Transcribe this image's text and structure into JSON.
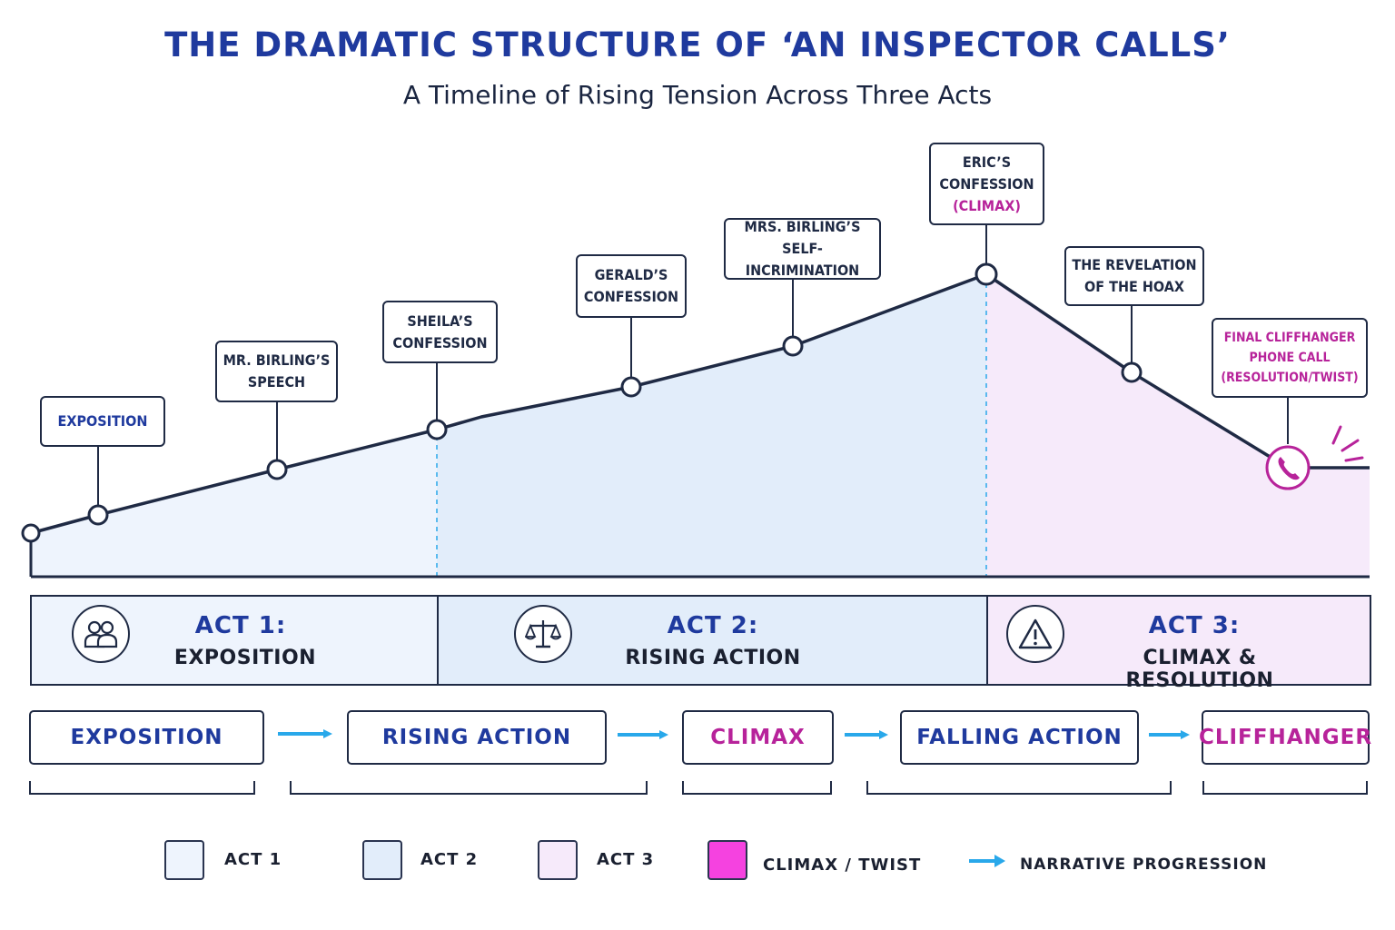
{
  "header": {
    "title": "THE DRAMATIC STRUCTURE OF ‘AN INSPECTOR CALLS’",
    "subtitle": "A Timeline of Rising Tension Across Three Acts"
  },
  "colors": {
    "act1": "#eef4fd",
    "act2": "#e2edfa",
    "act3": "#f6eafa",
    "climax_twist": "#f542e0",
    "navy": "#1f3a9e",
    "magenta": "#b7239a",
    "arrow": "#29a8ea",
    "line": "#1f2a44"
  },
  "timeline": {
    "events": [
      {
        "label_lines": [
          "EXPOSITION"
        ]
      },
      {
        "label_lines": [
          "MR. BIRLING’S",
          "SPEECH"
        ]
      },
      {
        "label_lines": [
          "SHEILA’S",
          "CONFESSION"
        ]
      },
      {
        "label_lines": [
          "GERALD’S",
          "CONFESSION"
        ]
      },
      {
        "label_lines": [
          "MRS. BIRLING’S",
          "SELF-INCRIMINATION"
        ]
      },
      {
        "label_lines": [
          "ERIC’S",
          "CONFESSION"
        ],
        "accent_line": "(CLIMAX)"
      },
      {
        "label_lines": [
          "THE REVELATION",
          "OF THE HOAX"
        ]
      },
      {
        "label_lines": [
          "FINAL CLIFFHANGER",
          "PHONE CALL",
          "(RESOLUTION/TWIST)"
        ]
      }
    ],
    "final_icon": "phone-icon"
  },
  "acts": [
    {
      "number": "ACT 1:",
      "name": "EXPOSITION",
      "icon": "people-icon"
    },
    {
      "number": "ACT 2:",
      "name": "RISING ACTION",
      "icon": "scales-icon"
    },
    {
      "number": "ACT 3:",
      "name": "CLIMAX & RESOLUTION",
      "icon": "warning-icon"
    }
  ],
  "stages": [
    {
      "label": "EXPOSITION"
    },
    {
      "label": "RISING ACTION"
    },
    {
      "label": "CLIMAX"
    },
    {
      "label": "FALLING ACTION"
    },
    {
      "label": "CLIFFHANGER"
    }
  ],
  "legend": [
    {
      "label": "ACT 1"
    },
    {
      "label": "ACT 2"
    },
    {
      "label": "ACT 3"
    },
    {
      "label": "CLIMAX / TWIST"
    },
    {
      "label": "NARRATIVE PROGRESSION"
    }
  ]
}
